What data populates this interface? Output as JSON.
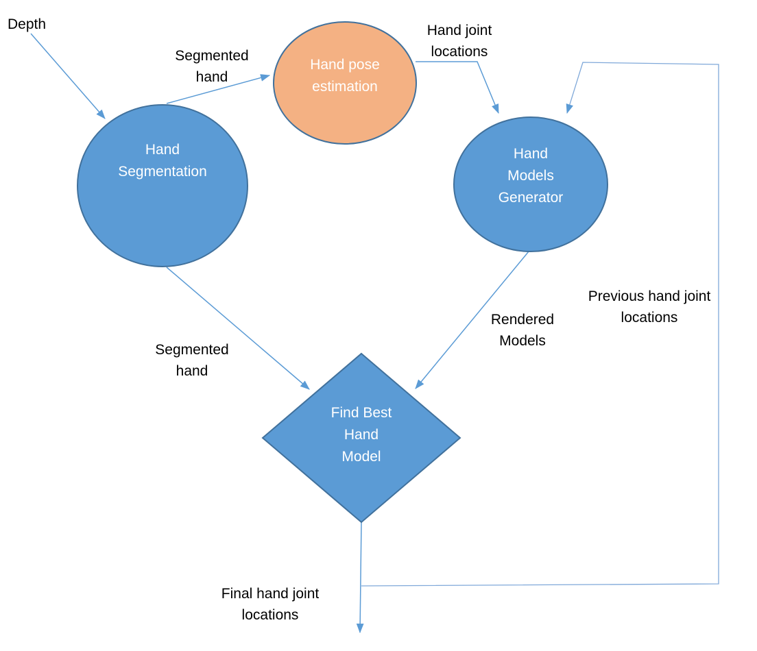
{
  "diagram": {
    "type": "flowchart",
    "colors": {
      "node_fill_blue": "#5B9BD5",
      "node_fill_orange": "#F4B183",
      "node_border": "#41719C",
      "connector": "#5B9BD5",
      "node_text": "#FFFFFF",
      "label_text": "#000000",
      "background": "#FFFFFF"
    },
    "nodes": {
      "hand_segmentation": {
        "label": "Hand\nSegmentation",
        "shape": "ellipse",
        "fill": "#5B9BD5"
      },
      "hand_pose_estimation": {
        "label": "Hand pose\nestimation",
        "shape": "ellipse",
        "fill": "#F4B183"
      },
      "hand_models_generator": {
        "label": "Hand\nModels\nGenerator",
        "shape": "ellipse",
        "fill": "#5B9BD5"
      },
      "find_best_hand_model": {
        "label": "Find Best\nHand\nModel",
        "shape": "diamond",
        "fill": "#5B9BD5"
      }
    },
    "edge_labels": {
      "depth": "Depth",
      "segmented_hand_top": "Segmented\nhand",
      "hand_joint_locations": "Hand joint\nlocations",
      "previous_hand_joint": "Previous hand joint\nlocations",
      "rendered_models": "Rendered\nModels",
      "segmented_hand_bottom": "Segmented\nhand",
      "final_hand_joint": "Final hand joint\nlocations"
    },
    "edges": [
      {
        "from": "depth-input",
        "to": "hand_segmentation",
        "label": "Depth"
      },
      {
        "from": "hand_segmentation",
        "to": "hand_pose_estimation",
        "label": "Segmented hand"
      },
      {
        "from": "hand_pose_estimation",
        "to": "hand_models_generator",
        "label": "Hand joint locations"
      },
      {
        "from": "find_best_hand_model",
        "to": "hand_models_generator",
        "label": "Previous hand joint locations"
      },
      {
        "from": "hand_models_generator",
        "to": "find_best_hand_model",
        "label": "Rendered Models"
      },
      {
        "from": "hand_segmentation",
        "to": "find_best_hand_model",
        "label": "Segmented hand"
      },
      {
        "from": "find_best_hand_model",
        "to": "output",
        "label": "Final hand joint locations"
      }
    ]
  }
}
